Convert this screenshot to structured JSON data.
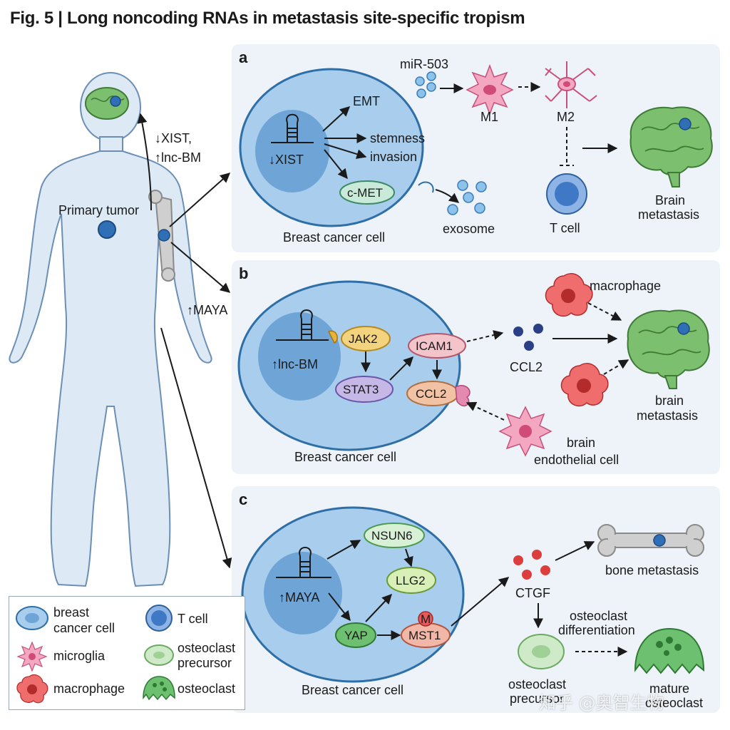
{
  "title": "Fig. 5 | Long noncoding RNAs in metastasis site-specific tropism",
  "body": {
    "primary_tumor_label": "Primary tumor",
    "arrow_label_brain_1": "↓XIST,",
    "arrow_label_brain_2": "↑lnc-BM",
    "arrow_label_bone": "↑MAYA"
  },
  "panel_a": {
    "letter": "a",
    "nucleus_label": "↓XIST",
    "emt": "EMT",
    "stemness": "stemness",
    "invasion": "invasion",
    "cmet": "c-MET",
    "cell_label": "Breast cancer cell",
    "mir": "miR-503",
    "exosome": "exosome",
    "m1": "M1",
    "m2": "M2",
    "tcell": "T cell",
    "brain_met_1": "Brain",
    "brain_met_2": "metastasis"
  },
  "panel_b": {
    "letter": "b",
    "nucleus_label": "↑lnc-BM",
    "jak2": "JAK2",
    "stat3": "STAT3",
    "icam1": "ICAM1",
    "ccl2_in": "CCL2",
    "ccl2_out": "CCL2",
    "macrophage": "macrophage",
    "cell_label": "Breast cancer cell",
    "brain_met_1": "brain",
    "brain_met_2": "metastasis",
    "endo_1": "brain",
    "endo_2": "endothelial cell"
  },
  "panel_c": {
    "letter": "c",
    "nucleus_label": "↑MAYA",
    "nsun6": "NSUN6",
    "llg2": "LLG2",
    "yap": "YAP",
    "mst1": "MST1",
    "m_badge": "M",
    "ctgf": "CTGF",
    "bone_met": "bone metastasis",
    "oc_diff_1": "osteoclast",
    "oc_diff_2": "differentiation",
    "oc_prec_1": "osteoclast",
    "oc_prec_2": "precursor",
    "mature_1": "mature",
    "mature_2": "osteoclast",
    "cell_label": "Breast cancer cell"
  },
  "legend": {
    "breast_cancer_cell_1": "breast",
    "breast_cancer_cell_2": "cancer cell",
    "t_cell": "T cell",
    "microglia": "microglia",
    "osteoclast_precursor_1": "osteoclast",
    "osteoclast_precursor_2": "precursor",
    "macrophage": "macrophage",
    "osteoclast": "osteoclast"
  },
  "watermark": "知乎 @奥智生物",
  "colors": {
    "panel_bg": "#edf3f9",
    "cell_fill": "#a9cdec",
    "cell_stroke": "#2f6fa8",
    "nucleus": "#6fa5d6",
    "brain_green": "#7cc06f",
    "macrophage_red": "#e04a4a",
    "microglia_pink": "#f28fb0",
    "tcell_blue": "#3f78c5",
    "bone_gray": "#c5c5c5"
  }
}
